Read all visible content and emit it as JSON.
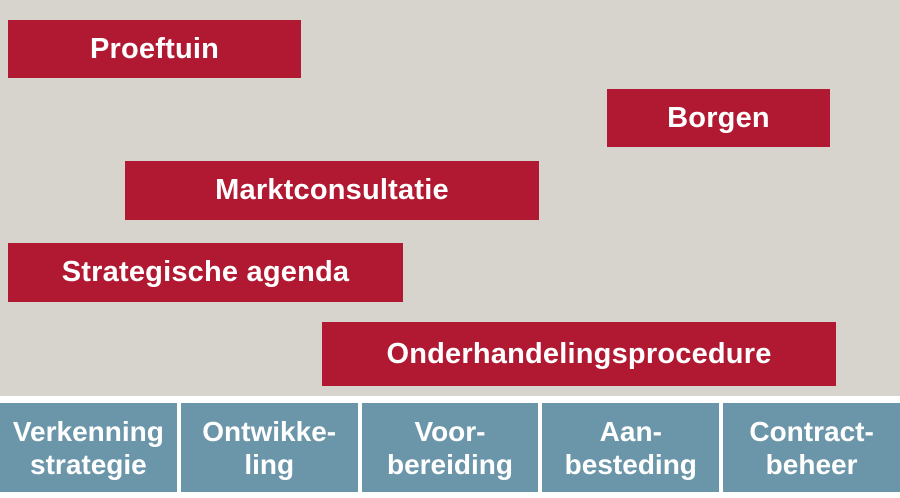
{
  "colors": {
    "background": "#d7d4ce",
    "bar": "#b11831",
    "phase": "#6b96a9",
    "label": "#ffffff",
    "gap": "#ffffff"
  },
  "bars": [
    {
      "label": "Proeftuin"
    },
    {
      "label": "Borgen"
    },
    {
      "label": "Marktconsultatie"
    },
    {
      "label": "Strategische agenda"
    },
    {
      "label": "Onderhandelingsprocedure"
    }
  ],
  "phases": [
    {
      "line1": "Verkenning",
      "line2": "strategie"
    },
    {
      "line1": "Ontwikke-",
      "line2": "ling"
    },
    {
      "line1": "Voor-",
      "line2": "bereiding"
    },
    {
      "line1": "Aan-",
      "line2": "besteding"
    },
    {
      "line1": "Contract-",
      "line2": "beheer"
    }
  ]
}
